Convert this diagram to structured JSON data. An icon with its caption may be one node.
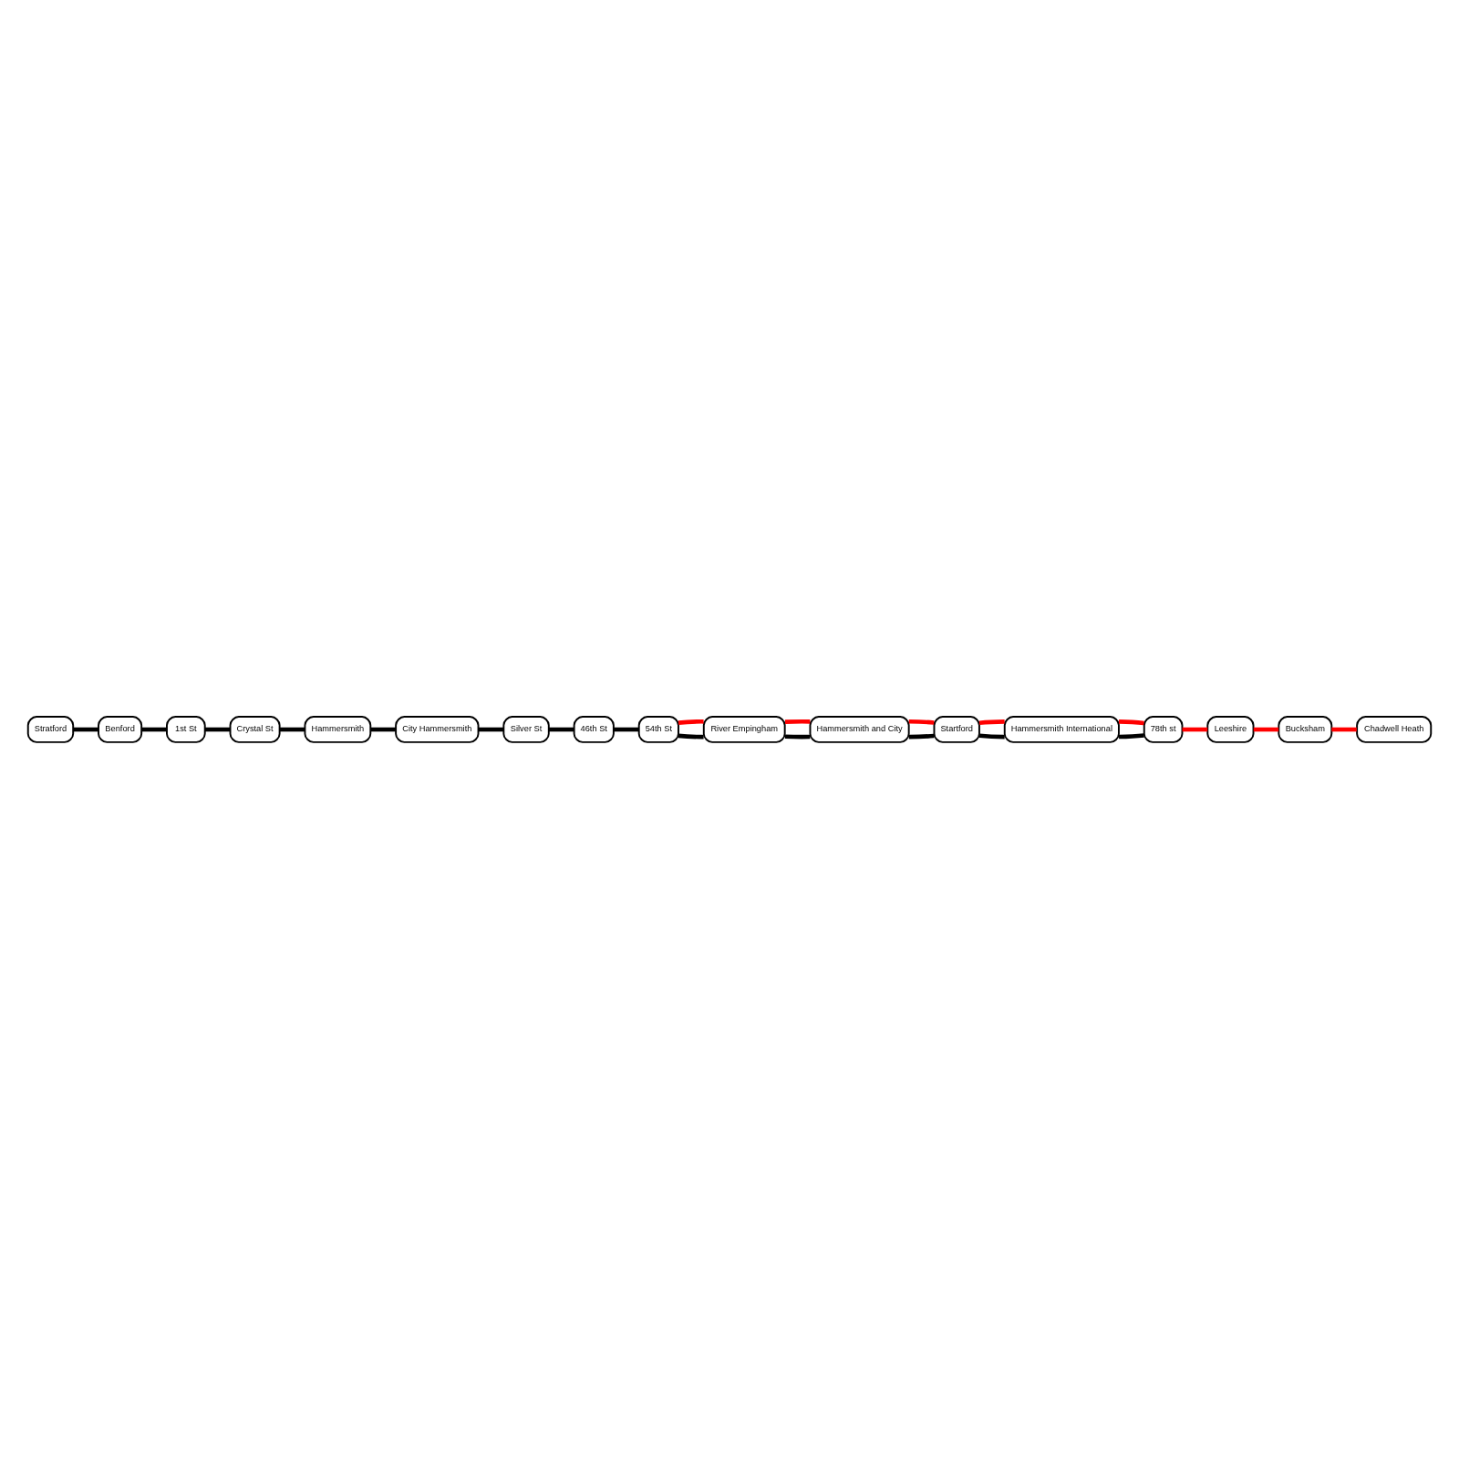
{
  "diagram": {
    "nodes": [
      {
        "text": [
          "Stratford"
        ]
      },
      {
        "text": [
          "Benford"
        ]
      },
      {
        "text": [
          "1st St"
        ]
      },
      {
        "text": [
          "Crystal St"
        ]
      },
      {
        "text": [
          "Hammersmith"
        ]
      },
      {
        "text": [
          "City Hammersmith"
        ]
      },
      {
        "text": [
          "Silver St"
        ]
      },
      {
        "text": [
          "46th St"
        ]
      },
      {
        "text": [
          "54th St"
        ]
      },
      {
        "text": [
          "River Empingham"
        ]
      },
      {
        "text": [
          "Hammersmith and City"
        ]
      },
      {
        "text": [
          "Startford"
        ]
      },
      {
        "text": [
          "Hammersmith International"
        ]
      },
      {
        "text": [
          "78th st"
        ]
      },
      {
        "text": [
          "Leeshire"
        ]
      },
      {
        "text": [
          "Bucksham"
        ]
      },
      {
        "text": [
          "Chadwell Heath"
        ]
      }
    ],
    "edges": [
      {
        "from": 0,
        "to": 1,
        "arrow": "none"
      },
      {
        "from": 1,
        "to": 2,
        "arrow": "none"
      },
      {
        "from": 2,
        "to": 3,
        "arrow": "none"
      },
      {
        "from": 3,
        "to": 4,
        "arrow": "none"
      },
      {
        "from": 4,
        "to": 5,
        "arrow": "none"
      },
      {
        "from": 5,
        "to": 6,
        "arrow": "none"
      },
      {
        "from": 6,
        "to": 7,
        "arrow": "none"
      },
      {
        "from": 7,
        "to": 8,
        "arrow": "none"
      },
      {
        "from": 8,
        "to": 9,
        "arrow": "none"
      },
      {
        "from": 9,
        "to": 10,
        "arrow": "none"
      },
      {
        "from": 10,
        "to": 11,
        "arrow": "none"
      },
      {
        "from": 11,
        "to": 12,
        "arrow": "none"
      },
      {
        "from": 12,
        "to": 13,
        "arrow": "none"
      },
      {
        "from": 8,
        "to": 9,
        "arrow": "none",
        "color": "#ff0000"
      },
      {
        "from": 9,
        "to": 10,
        "arrow": "none",
        "color": "#ff0000"
      },
      {
        "from": 10,
        "to": 11,
        "arrow": "none",
        "color": "#ff0000"
      },
      {
        "from": 11,
        "to": 12,
        "arrow": "none",
        "color": "#ff0000"
      },
      {
        "from": 12,
        "to": 13,
        "arrow": "none",
        "color": "#ff0000"
      },
      {
        "from": 13,
        "to": 14,
        "arrow": "none",
        "color": "#ff0000"
      },
      {
        "from": 14,
        "to": 15,
        "arrow": "none",
        "color": "#ff0000"
      },
      {
        "from": 15,
        "to": 16,
        "arrow": "none",
        "color": "#ff0000"
      }
    ]
  }
}
